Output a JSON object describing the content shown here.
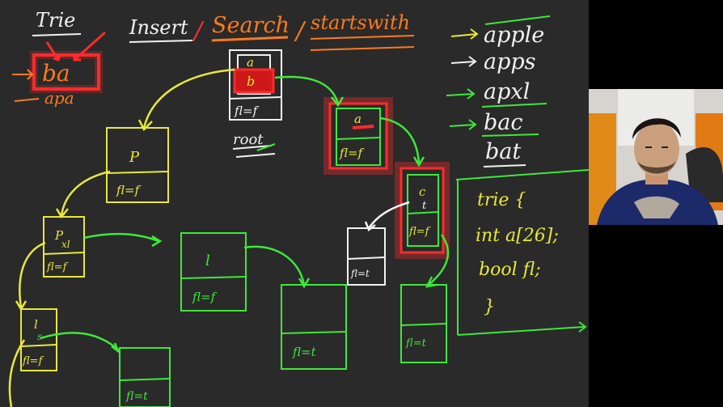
{
  "title": {
    "trie": "Trie",
    "insert": "Insert",
    "search": "Search",
    "startswith": "startswith",
    "sep1": "/",
    "sep2": "/"
  },
  "top_left_words": {
    "word1": "ba",
    "word2": "apa"
  },
  "word_list": [
    "apple",
    "apps",
    "apxl",
    "bac",
    "bat"
  ],
  "nodes": {
    "root_letters": [
      "a",
      "b"
    ],
    "root_flag": "fl=f",
    "root_label": "root",
    "p_node_letter": "P",
    "p_node_flag": "fl=f",
    "pl_node_letters": "P",
    "pl_node_sub": "xl",
    "pl_node_flag": "fl=f",
    "ls_node_letters": "l",
    "ls_node_sub": "s",
    "ls_node_flag": "fl=f",
    "e_node_flag": "fl=t",
    "l_node_letter": "l",
    "l_node_flag": "fl=f",
    "e2_node_flag": "fl=t",
    "a_node_letter": "a",
    "a_node_flag": "fl=f",
    "ct_node_letters": "c",
    "ct_node_sub": "t",
    "ct_node_flag": "fl=f",
    "white_node_flag": "fl=t",
    "green_right_flag": "fl=t"
  },
  "code": {
    "line1": "trie {",
    "line2": "int a[26];",
    "line3": "bool fl;",
    "line4": "}"
  },
  "colors": {
    "board": "#2a2a2a",
    "yellow": "#e8e83a",
    "green": "#3ee83a",
    "red": "#ff2a2a",
    "orange": "#ff7a1a",
    "white": "#f2f2f2"
  }
}
